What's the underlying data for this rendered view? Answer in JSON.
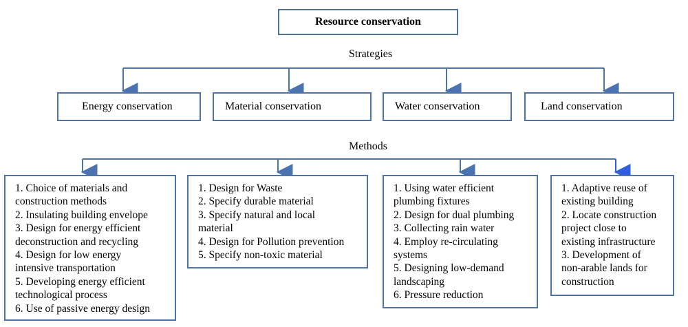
{
  "title": "Resource conservation",
  "strategies_label": "Strategies",
  "methods_label": "Methods",
  "strategies": [
    "Energy conservation",
    "Material conservation",
    "Water conservation",
    "Land conservation"
  ],
  "methods": [
    {
      "lines": [
        "1. Choice of materials and",
        "construction methods",
        "2. Insulating building envelope",
        "3. Design for energy efficient",
        "deconstruction and recycling",
        "4. Design for low energy",
        "intensive transportation",
        "5. Developing energy efficient",
        "technological process",
        "6. Use of passive energy design"
      ]
    },
    {
      "lines": [
        "1. Design for Waste",
        "2. Specify durable material",
        "3. Specify natural and local",
        "material",
        "4. Design for Pollution prevention",
        "5. Specify non-toxic material"
      ]
    },
    {
      "lines": [
        "1. Using water efficient",
        "plumbing fixtures",
        "2. Design for dual plumbing",
        "3. Collecting rain water",
        "4. Employ re-circulating",
        "systems",
        "5. Designing low-demand",
        "landscaping",
        "6. Pressure reduction"
      ]
    },
    {
      "lines": [
        "1. Adaptive reuse of",
        "existing building",
        "2. Locate construction",
        "project close to",
        "existing infrastructure",
        "3. Development of",
        "non-arable lands for",
        "construction"
      ]
    }
  ],
  "colors": {
    "border": "#4a73b0",
    "connector": "#4a73b0",
    "arrow_highlight": "#2f5fe0"
  }
}
